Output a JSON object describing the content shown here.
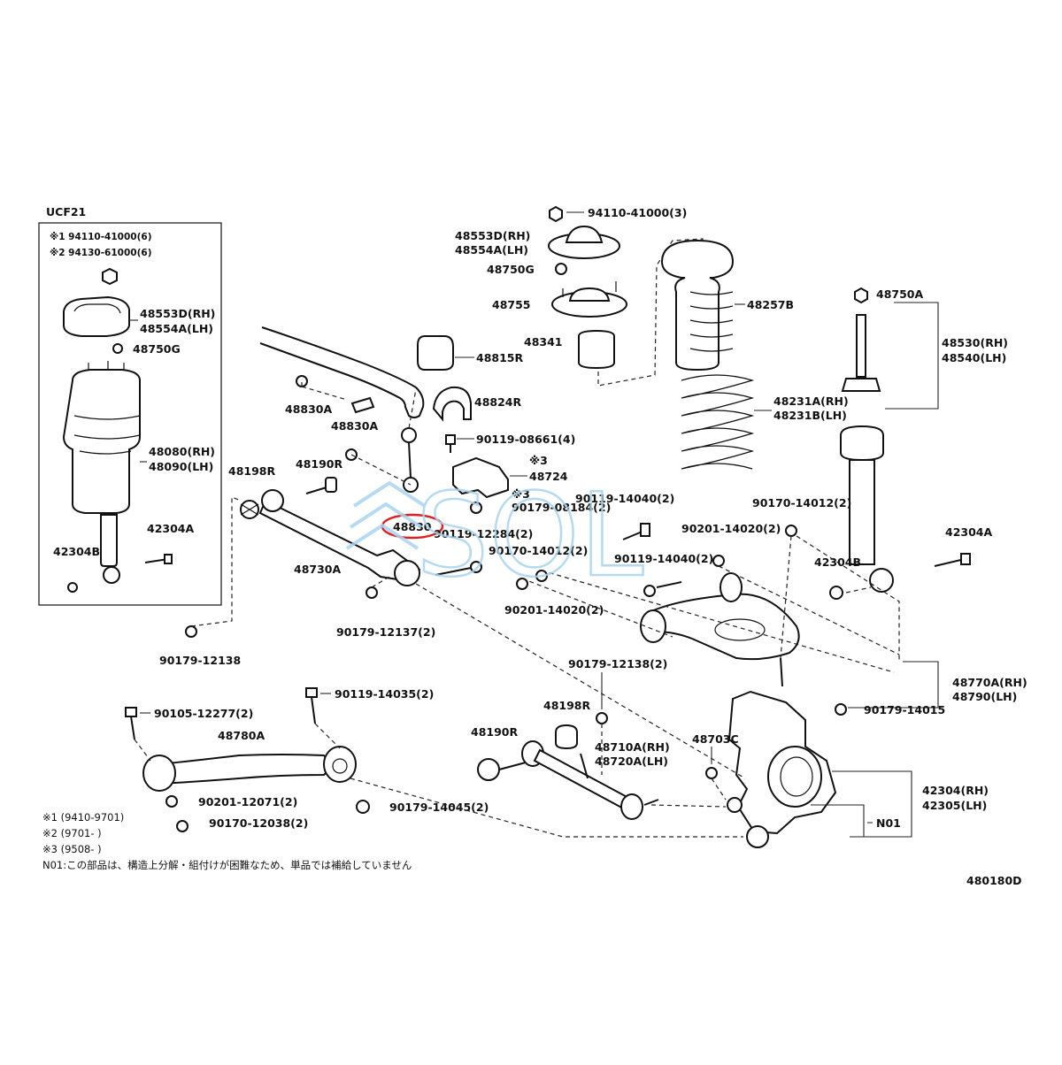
{
  "inset": {
    "title": "UCF21",
    "note1": "※1 94110-41000(6)",
    "note2": "※2 94130-61000(6)",
    "mount_rh": "48553D(RH)",
    "mount_lh": "48554A(LH)",
    "nut": "48750G",
    "air_rh": "48080(RH)",
    "air_lh": "48090(LH)",
    "bolt_a": "42304A",
    "bolt_b": "42304B"
  },
  "labels": {
    "top_nut": "94110-41000(3)",
    "mount_rh": "48553D(RH)",
    "mount_lh": "48554A(LH)",
    "nut_g": "48750G",
    "support": "48755",
    "bumper": "48341",
    "boot": "48257B",
    "stab_bush": "48815R",
    "stab_bracket": "48824R",
    "bolt_08661": "90119-08661(4)",
    "link_a1": "48830A",
    "link_a2": "48830A",
    "link": "48830",
    "bush_r1": "48198R",
    "bush_r2": "48190R",
    "bracket_48724": "48724",
    "mark3": "※3",
    "mark3b": "※3",
    "nut_08184": "90179-08184(2)",
    "arm_48730": "48730A",
    "bolt_12284": "90119-12284(2)",
    "nut_12137": "90179-12137(2)",
    "nut_12138a": "90179-12138",
    "bolt_14040a": "90119-14040(2)",
    "nut_14012a": "90170-14012(2)",
    "washer_14020a": "90201-14020(2)",
    "bolt_14040b": "90119-14040(2)",
    "washer_14020b": "90201-14020(2)",
    "nut_14012b": "90170-14012(2)",
    "spring_rh": "48231A(RH)",
    "spring_lh": "48231B(LH)",
    "nut_48750a": "48750A",
    "shock_rh": "48530(RH)",
    "shock_lh": "48540(LH)",
    "bolt_42304a": "42304A",
    "bolt_42304b": "42304B",
    "upper_arm_rh": "48770A(RH)",
    "upper_arm_lh": "48790(LH)",
    "nut_14015": "90179-14015",
    "nut_12138b": "90179-12138(2)",
    "bolt_14035": "90119-14035(2)",
    "bolt_12277": "90105-12277(2)",
    "arm_48780": "48780A",
    "washer_12071": "90201-12071(2)",
    "nut_12038": "90170-12038(2)",
    "nut_14045": "90179-14045(2)",
    "bush_r3": "48198R",
    "bush_r4": "48190R",
    "toe_rh": "48710A(RH)",
    "toe_lh": "48720A(LH)",
    "cam_48703": "48703C",
    "knuckle_rh": "42304(RH)",
    "knuckle_lh": "42305(LH)",
    "n01": "N01"
  },
  "footnotes": {
    "f1": "※1 (9410-9701)",
    "f2": "※2 (9701-     )",
    "f3": "※3 (9508-     )",
    "n01": "N01:この部品は、構造上分解・組付けが困難なため、単品では補給していません"
  },
  "watermark": "SOL",
  "diagram_code": "480180D",
  "colors": {
    "highlight": "#e02020",
    "watermark": "#a9d4ee",
    "ink": "#111111"
  }
}
